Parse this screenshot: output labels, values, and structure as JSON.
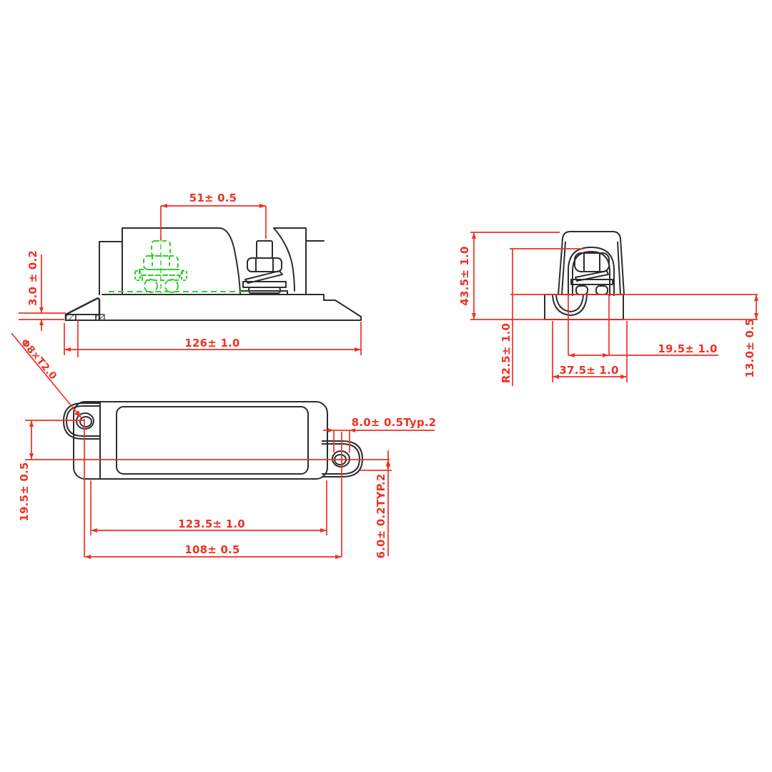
{
  "drawing": {
    "type": "engineering-dimension-drawing",
    "part": "bolt-down fuse holder, three orthographic views",
    "colors": {
      "background": "#ffffff",
      "part_outline": "#2d2d2d",
      "dimension": "#ee3124",
      "hidden_hardware": "#2ccf2c"
    },
    "views": {
      "front_view": {
        "dimensions": {
          "stud_spacing": "51± 0.5",
          "overall_length": "126± 1.0",
          "foot_thickness": "3.0 ± 0.2",
          "mounting_hole_callout": "Φ8×T2.0"
        }
      },
      "side_view": {
        "dimensions": {
          "overall_height": "43.5± 1.0",
          "corner_radius": "R2.5± 1.0",
          "body_width": "37.5± 1.0",
          "terminal_width": "19.5± 1.0",
          "base_height": "13.0± 0.5"
        }
      },
      "bottom_view": {
        "dimensions": {
          "hole_offset": "19.5± 0.5",
          "body_length": "123.5± 1.0",
          "hole_spacing": "108± 0.5",
          "hole_diameter": "8.0± 0.5Typ.2",
          "hole_edge_distance": "6.0± 0.2TYP.2"
        }
      }
    }
  }
}
